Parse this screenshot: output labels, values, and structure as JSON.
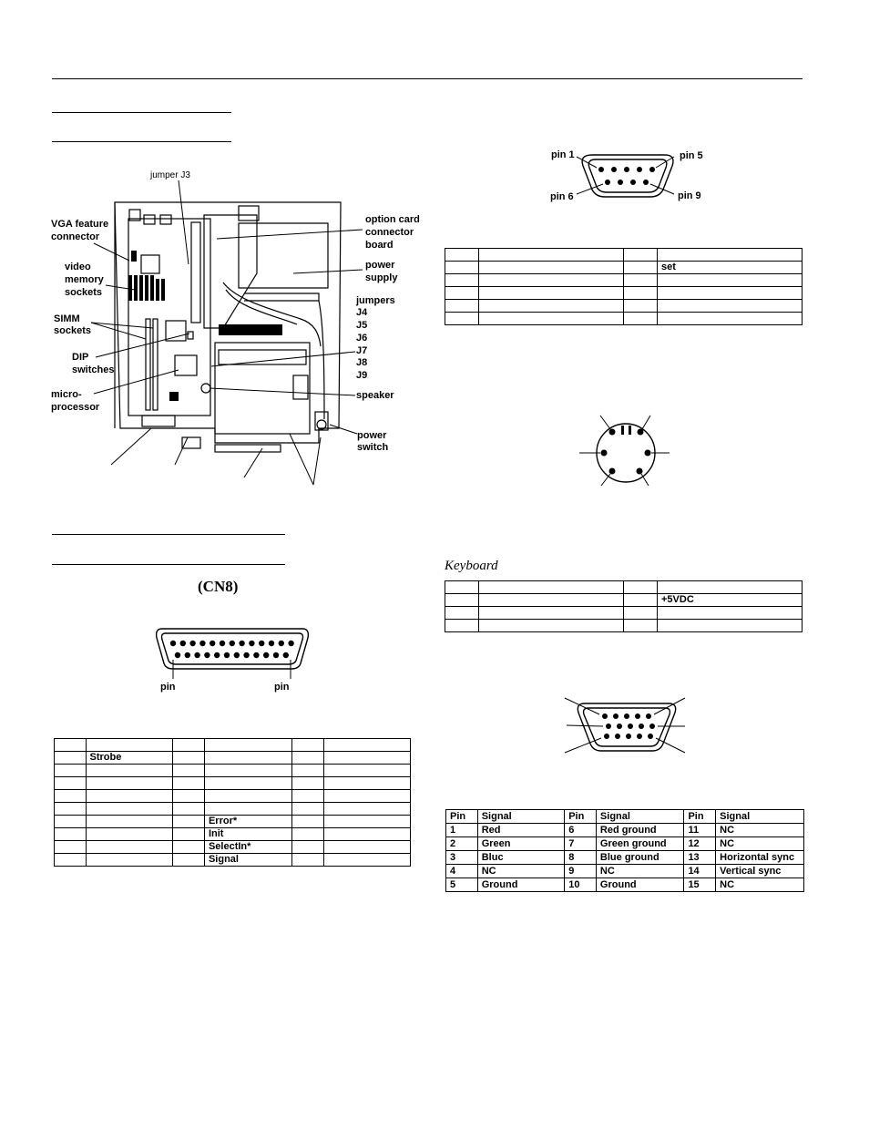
{
  "diagram_labels": {
    "jumper_j3": "jumper J3",
    "vga_feature": [
      "VGA feature",
      "connector"
    ],
    "video_memory": [
      "video",
      "memory",
      "sockets"
    ],
    "simm": [
      "SIMM",
      "sockets"
    ],
    "dip": [
      "DIP",
      "switches"
    ],
    "micro": [
      "micro-",
      "processor"
    ],
    "option_card": [
      "option card",
      "connector",
      "board"
    ],
    "power_supply": [
      "power",
      "supply"
    ],
    "jumpers": [
      "jumpers",
      "J4",
      "J5",
      "J6",
      "J7",
      "J8",
      "J9"
    ],
    "speaker": "speaker",
    "power_switch": [
      "power",
      "switch"
    ]
  },
  "serial": {
    "pin1": "pin 1",
    "pin5": "pin 5",
    "pin6": "pin 6",
    "pin9": "pin 9",
    "rows": [
      [
        "",
        "",
        "",
        ""
      ],
      [
        "",
        "",
        "",
        "set"
      ],
      [
        "",
        "",
        "",
        ""
      ],
      [
        "",
        "",
        "",
        ""
      ],
      [
        "",
        "",
        "",
        ""
      ],
      [
        "",
        "",
        "",
        ""
      ]
    ]
  },
  "parallel": {
    "heading": "(CN8)",
    "pin_left": "pin",
    "pin_right": "pin",
    "rows": [
      [
        "",
        "",
        "",
        "",
        "",
        ""
      ],
      [
        "",
        "Strobe",
        "",
        "",
        "",
        ""
      ],
      [
        "",
        "",
        "",
        "",
        "",
        ""
      ],
      [
        "",
        "",
        "",
        "",
        "",
        ""
      ],
      [
        "",
        "",
        "",
        "",
        "",
        ""
      ],
      [
        "",
        "",
        "",
        "",
        "",
        ""
      ],
      [
        "",
        "",
        "",
        "Error*",
        "",
        ""
      ],
      [
        "",
        "",
        "",
        "Init",
        "",
        ""
      ],
      [
        "",
        "",
        "",
        "SelectIn*",
        "",
        ""
      ],
      [
        "",
        "",
        "",
        "Signal",
        "",
        ""
      ]
    ]
  },
  "keyboard": {
    "title": "Keyboard",
    "rows": [
      [
        "",
        "",
        "",
        ""
      ],
      [
        "",
        "",
        "",
        "+5VDC"
      ],
      [
        "",
        "",
        "",
        ""
      ],
      [
        "",
        "",
        "",
        ""
      ]
    ]
  },
  "vga": {
    "rows": [
      [
        "Pin",
        "Signal",
        "Pin",
        "Signal",
        "Pin",
        "Signal"
      ],
      [
        "1",
        "Red",
        "6",
        "Red ground",
        "11",
        "NC"
      ],
      [
        "2",
        "Green",
        "7",
        "Green ground",
        "12",
        "NC"
      ],
      [
        "3",
        "Bluc",
        "8",
        "Blue ground",
        "13",
        "Horizontal sync"
      ],
      [
        "4",
        "NC",
        "9",
        "NC",
        "14",
        "Vertical sync"
      ],
      [
        "5",
        "Ground",
        "10",
        "Ground",
        "15",
        "NC"
      ]
    ]
  }
}
